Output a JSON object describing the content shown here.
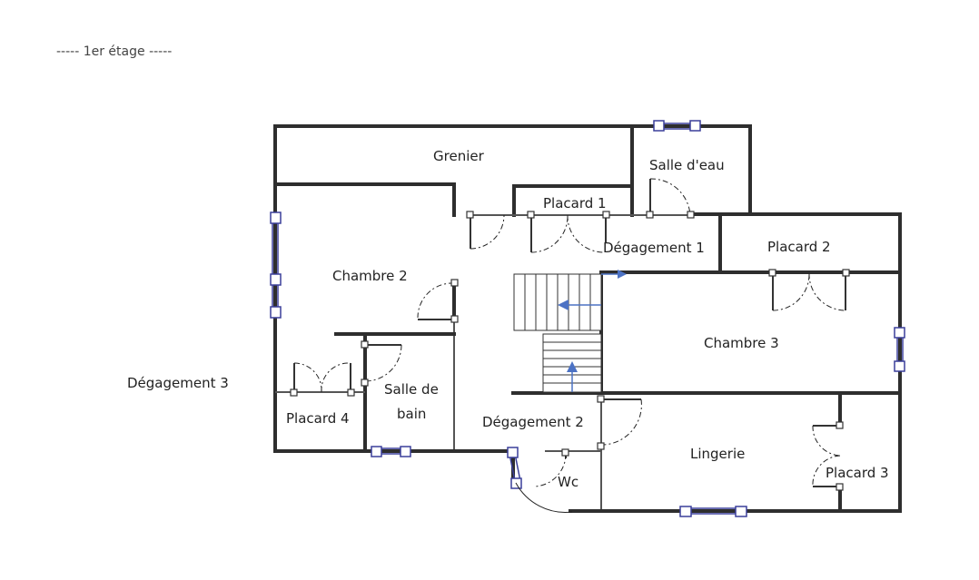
{
  "floor_label": "----- 1er étage -----",
  "rooms": {
    "grenier": "Grenier",
    "salle_eau": "Salle d'eau",
    "placard1": "Placard 1",
    "degagement1": "Dégagement 1",
    "placard2": "Placard 2",
    "chambre2": "Chambre 2",
    "chambre3": "Chambre 3",
    "degagement3": "Dégagement 3",
    "salle_de_bain_line1": "Salle de",
    "salle_de_bain_line2": "bain",
    "placard4": "Placard 4",
    "degagement2": "Dégagement 2",
    "lingerie": "Lingerie",
    "placard3": "Placard 3",
    "wc": "Wc"
  },
  "colors": {
    "wall": "#2e2e2e",
    "window": "#3a3f9a",
    "stair_arrow": "#4c72c4",
    "background": "#ffffff"
  }
}
